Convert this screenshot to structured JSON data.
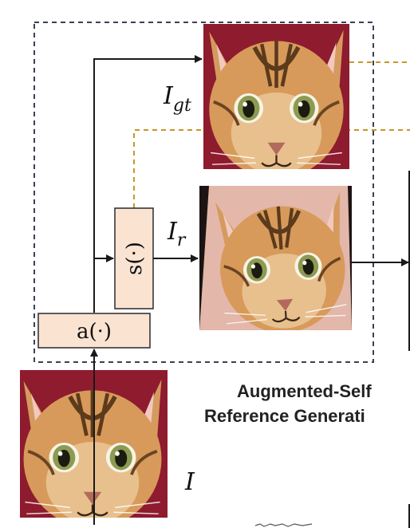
{
  "labels": {
    "i_gt_main": "I",
    "i_gt_sub": "gt",
    "i_r_main": "I",
    "i_r_sub": "r",
    "i_input": "I",
    "aug_fn": "a(·)",
    "select_fn": "s(·)"
  },
  "caption": {
    "line1": "Augmented-Self",
    "line2": "Reference Generati"
  },
  "colors": {
    "dashed_box": "#3a4152",
    "dashed_link": "#c8962a",
    "fn_box_fill": "#fbe3d2",
    "fn_box_stroke": "#2a2a2a",
    "arrow": "#1a1a1a",
    "photo_bg": "#8e1b2e"
  },
  "icons": [
    "cat-photo-gt",
    "cat-photo-reference",
    "cat-photo-input",
    "sketch-thumbnail"
  ]
}
